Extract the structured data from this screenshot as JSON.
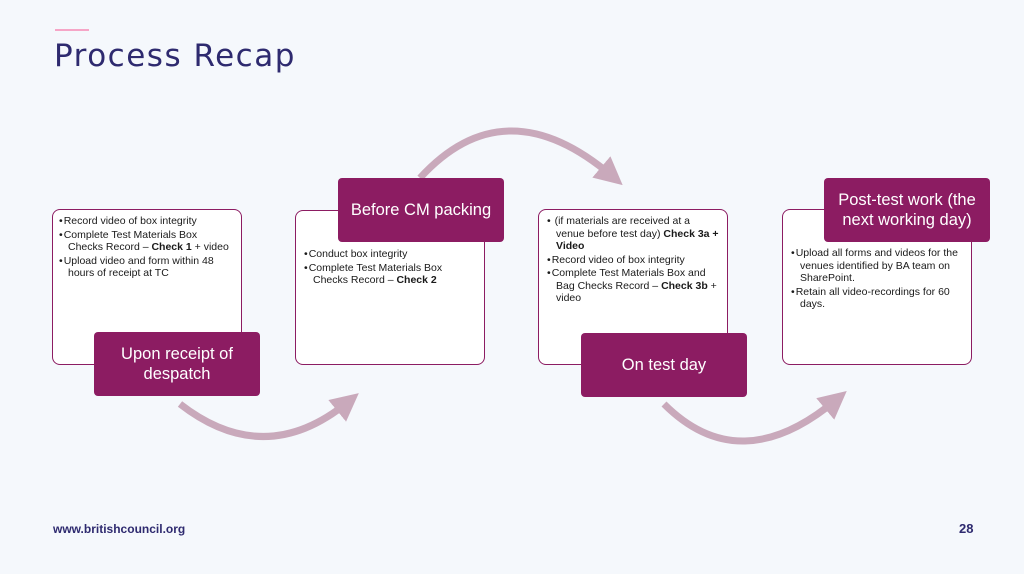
{
  "slide": {
    "title": "Process Recap",
    "footer_url": "www.britishcouncil.org",
    "page_number": "28"
  },
  "colors": {
    "accent": "#8c1c62",
    "title": "#2e2a6f",
    "arrow": "#c9a9bb",
    "accent_bar": "#f6a6c7"
  },
  "steps": [
    {
      "label": "Upon receipt of despatch",
      "bullets": [
        {
          "parts": [
            {
              "t": "Record video of box integrity"
            }
          ]
        },
        {
          "parts": [
            {
              "t": "Complete Test Materials Box Checks Record – "
            },
            {
              "t": "Check 1",
              "b": true
            },
            {
              "t": " + video"
            }
          ]
        },
        {
          "parts": [
            {
              "t": "Upload video and form within 48 hours of receipt at TC"
            }
          ]
        }
      ]
    },
    {
      "label": "Before CM packing",
      "bullets": [
        {
          "parts": [
            {
              "t": "Conduct box integrity"
            }
          ]
        },
        {
          "parts": [
            {
              "t": "Complete Test Materials Box Checks Record – "
            },
            {
              "t": "Check 2",
              "b": true
            }
          ]
        }
      ]
    },
    {
      "label": "On test day",
      "bullets": [
        {
          "parts": [
            {
              "t": " (if materials are received at a venue before test day) "
            },
            {
              "t": "Check 3a + Video",
              "b": true
            }
          ]
        },
        {
          "parts": [
            {
              "t": "Record video of box integrity"
            }
          ]
        },
        {
          "parts": [
            {
              "t": "Complete Test Materials Box and Bag Checks Record – "
            },
            {
              "t": "Check 3b",
              "b": true
            },
            {
              "t": " + video"
            }
          ]
        }
      ]
    },
    {
      "label": "Post-test work (the next working day)",
      "bullets": [
        {
          "parts": [
            {
              "t": "Upload all forms and videos for the venues identified by BA team on SharePoint."
            }
          ]
        },
        {
          "parts": [
            {
              "t": "Retain all video-recordings for 60 days."
            }
          ]
        }
      ]
    }
  ]
}
